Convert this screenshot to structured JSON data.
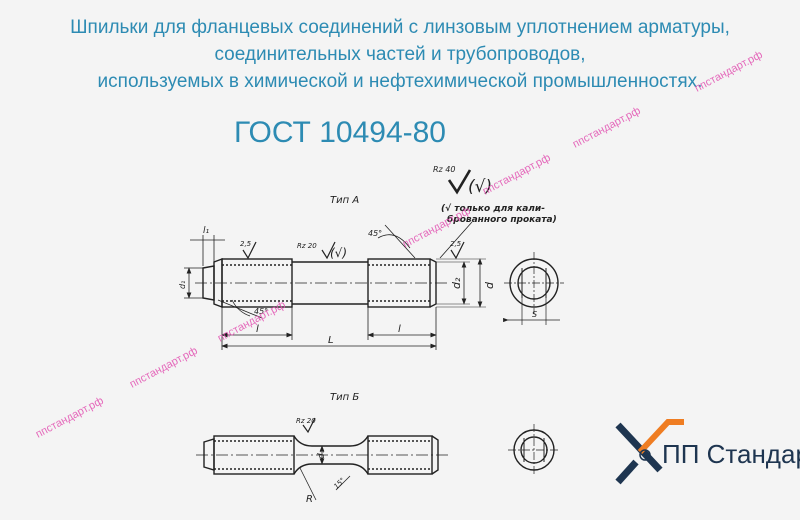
{
  "header": {
    "line1": "Шпильки для фланцевых соединений с линзовым уплотнением арматуры,",
    "line2": "соединительных частей и трубопроводов,",
    "line3": "используемых в химической и нефтехимической промышленностях.",
    "standard": "ГОСТ 10494-80"
  },
  "drawing_a": {
    "type_label": "Тип А",
    "roughness_main": "Rz 40",
    "roughness_main_paren": "(√)",
    "note_line1": "(√ только для кали-",
    "note_line2": "брованного проката)",
    "l1_label": "l₁",
    "rough_left": "2,5",
    "rough_mid": "Rz 20",
    "rough_mid_paren": "(√)",
    "angle_top": "45°",
    "rough_right": "2,5",
    "d1_left": "d₁",
    "angle_bottom": "45°",
    "d2_label": "d₂",
    "d_label": "d",
    "l_left": "l",
    "l_right": "l",
    "L_label": "L",
    "s_label": "S"
  },
  "drawing_b": {
    "type_label": "Тип Б",
    "rough_label": "Rz 20",
    "d1_label": "d₁",
    "r_label": "R",
    "angle_label": "15°"
  },
  "logo": {
    "text": "ПП Стандарт",
    "colors": {
      "navy": "#1e3550",
      "orange": "#ef7d22"
    }
  },
  "watermark": {
    "text": "ппстандарт.рф",
    "color": "#e24fb0"
  }
}
